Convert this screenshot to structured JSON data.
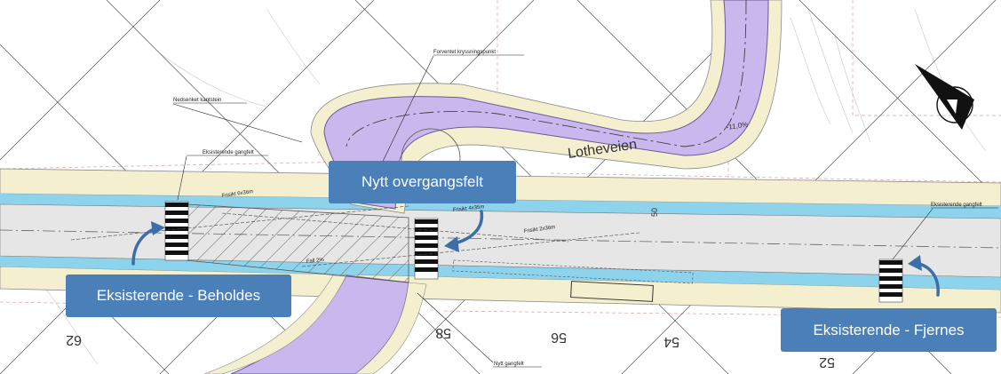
{
  "callouts": {
    "new_crossing": "Nytt overgangsfelt",
    "existing_kept": "Eksisterende - Beholdes",
    "existing_removed": "Eksisterende - Fjernes"
  },
  "road_name": "Lotheveien",
  "gradient": "-11,0%",
  "labels": {
    "expected_crossing": "Forventet kryssningspunkt",
    "lowered_curb": "Nedsenket kantstein",
    "existing_crosswalk_left": "Eksisterende gangfelt",
    "existing_crosswalk_right": "Eksisterende gangfelt",
    "new_crosswalk": "Nytt gangfelt",
    "sight_6x36": "Frisikt 6x36m",
    "sight_2x36": "Frisikt 2x36m",
    "sight_4x35": "Frisikt 4x35m",
    "fall_2": "Fall 2%",
    "lot_a": "62",
    "lot_b": "58",
    "lot_c": "56",
    "lot_d": "54",
    "lot_e": "52",
    "lot_f": "50"
  },
  "colors": {
    "callout": "#4a7fb8",
    "purple_road": "#c8b8ee",
    "sidewalk": "#f3efcf",
    "water_blue": "#8dd3ec",
    "main_road": "#e6e6e6",
    "north_arrow": "#111111"
  },
  "icons": [
    "north-arrow-icon",
    "curved-arrow-icon"
  ]
}
